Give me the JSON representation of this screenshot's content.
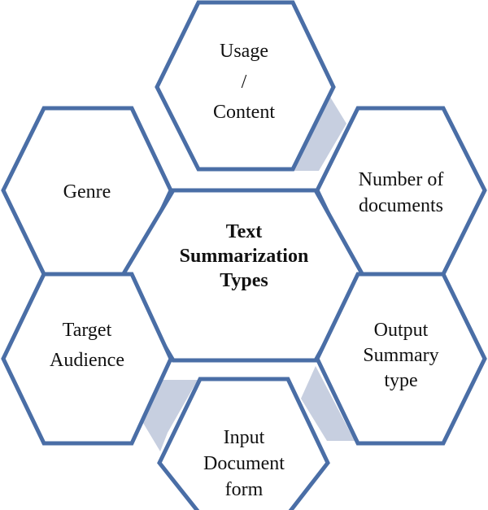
{
  "diagram": {
    "center": {
      "lines": [
        "Text",
        "Summarization",
        "Types"
      ]
    },
    "nodes": [
      {
        "id": "usage",
        "lines": [
          "Usage",
          "/",
          "Content"
        ]
      },
      {
        "id": "genre",
        "lines": [
          "Genre"
        ]
      },
      {
        "id": "number",
        "lines": [
          "Number of",
          "documents"
        ]
      },
      {
        "id": "target",
        "lines": [
          "Target",
          "Audience"
        ]
      },
      {
        "id": "output",
        "lines": [
          "Output",
          "Summary",
          "type"
        ]
      },
      {
        "id": "input",
        "lines": [
          "Input",
          "Document",
          "form"
        ]
      }
    ],
    "colors": {
      "stroke": "#4a6ea6",
      "connector": "#c7cfe0",
      "text": "#111111"
    }
  }
}
